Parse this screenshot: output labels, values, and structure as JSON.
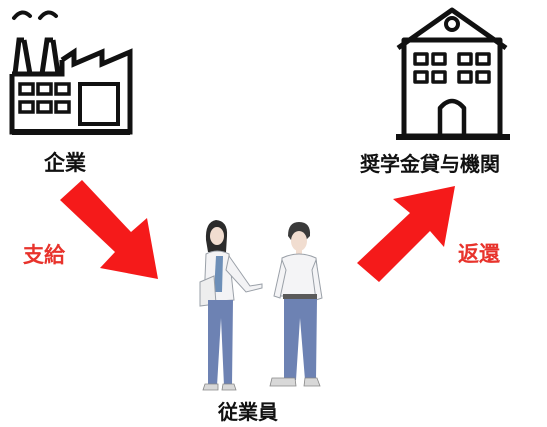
{
  "nodes": {
    "company": {
      "label": "企業",
      "icon": "factory-icon"
    },
    "scholarship_org": {
      "label": "奨学金貸与機関",
      "icon": "school-building-icon"
    },
    "employee": {
      "label": "従業員",
      "icon": "people-talking-icon"
    }
  },
  "flows": {
    "payment": {
      "label": "支給",
      "color": "#f51a1a"
    },
    "repayment": {
      "label": "返還",
      "color": "#f51a1a"
    }
  },
  "colors": {
    "label_red": "#e8332c",
    "text": "#111111"
  }
}
